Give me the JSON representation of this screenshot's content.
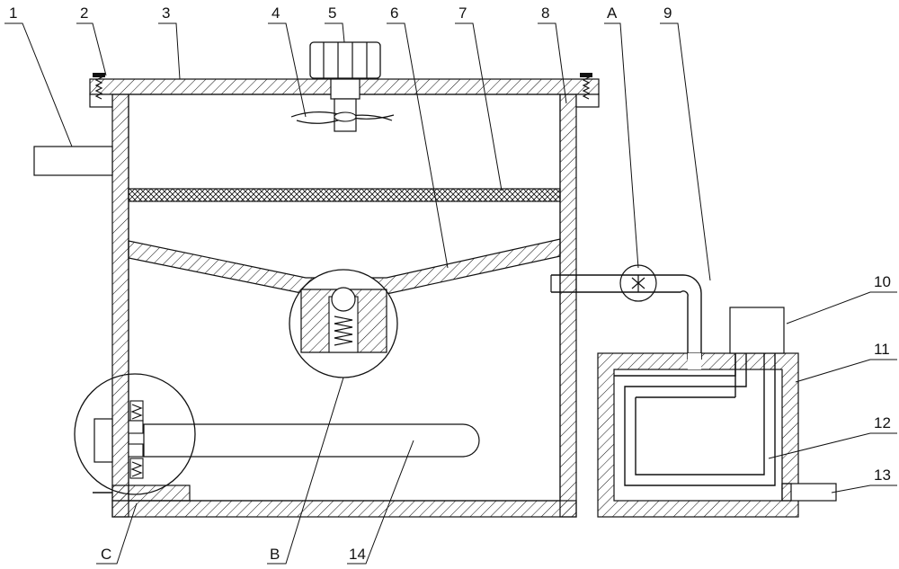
{
  "labels": {
    "l1": "1",
    "l2": "2",
    "l3": "3",
    "l4": "4",
    "l5": "5",
    "l6": "6",
    "l7": "7",
    "l8": "8",
    "lA": "A",
    "l9": "9",
    "l10": "10",
    "l11": "11",
    "l12": "12",
    "l13": "13",
    "lC": "C",
    "lB": "B",
    "l14": "14"
  },
  "colors": {
    "line": "#111111",
    "background": "#ffffff"
  }
}
